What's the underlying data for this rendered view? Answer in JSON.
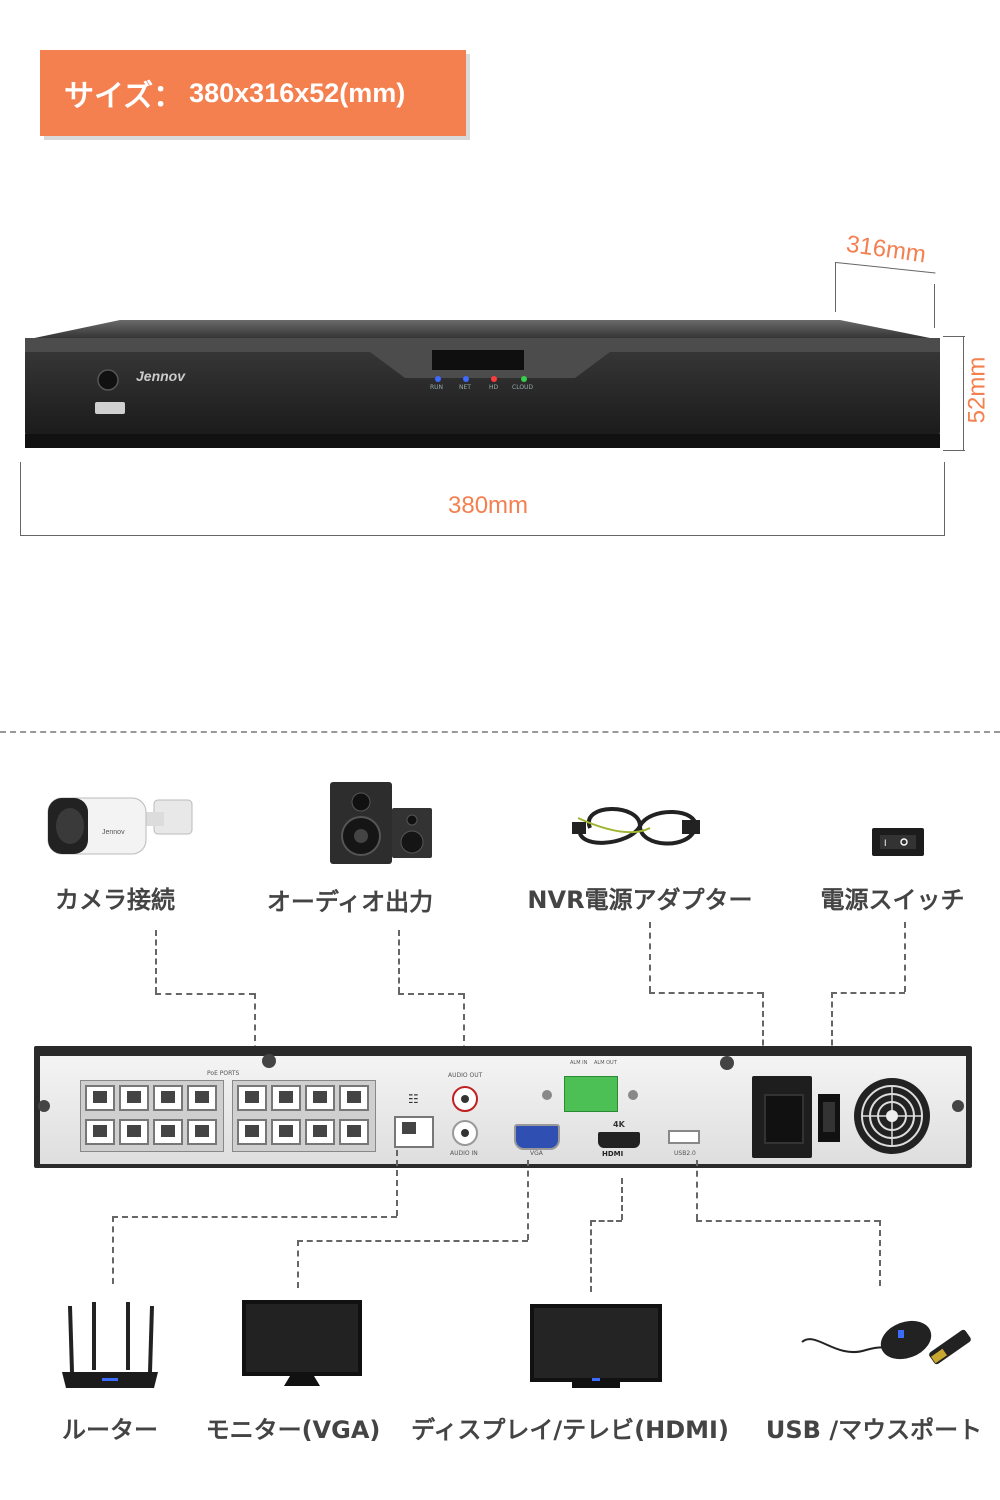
{
  "size_badge": {
    "label": "サイズ：",
    "value": "380x316x52(mm)"
  },
  "dimensions": {
    "depth": "316mm",
    "height": "52mm",
    "width": "380mm"
  },
  "device_front": {
    "brand": "Jennov",
    "leds": [
      "RUN",
      "NET",
      "HD",
      "CLOUD"
    ],
    "led_colors": {
      "RUN": "#3b6cff",
      "NET": "#3b6cff",
      "HD": "#ff3b3b",
      "CLOUD": "#35d04a"
    }
  },
  "device_back": {
    "poe_label": "PoE PORTS",
    "audio_out": "AUDIO OUT",
    "audio_in": "AUDIO IN",
    "vga": "VGA",
    "hdmi_4k": "4K",
    "hdmi": "HDMI",
    "usb": "USB2.0",
    "alarm_in": "ALM IN",
    "alarm_out": "ALM OUT"
  },
  "top_items": [
    {
      "label": "カメラ接続",
      "icon": "camera-icon"
    },
    {
      "label": "オーディオ出力",
      "icon": "speaker-icon"
    },
    {
      "label": "NVR電源アダプター",
      "icon": "power-cable-icon"
    },
    {
      "label": "電源スイッチ",
      "icon": "power-switch-icon"
    }
  ],
  "bottom_items": [
    {
      "label": "ルーター",
      "icon": "router-icon"
    },
    {
      "label": "モニター(VGA)",
      "icon": "monitor-icon"
    },
    {
      "label": "ディスプレイ/テレビ(HDMI)",
      "icon": "tv-icon"
    },
    {
      "label": "USB /マウスポート",
      "icon": "mouse-icon"
    }
  ]
}
